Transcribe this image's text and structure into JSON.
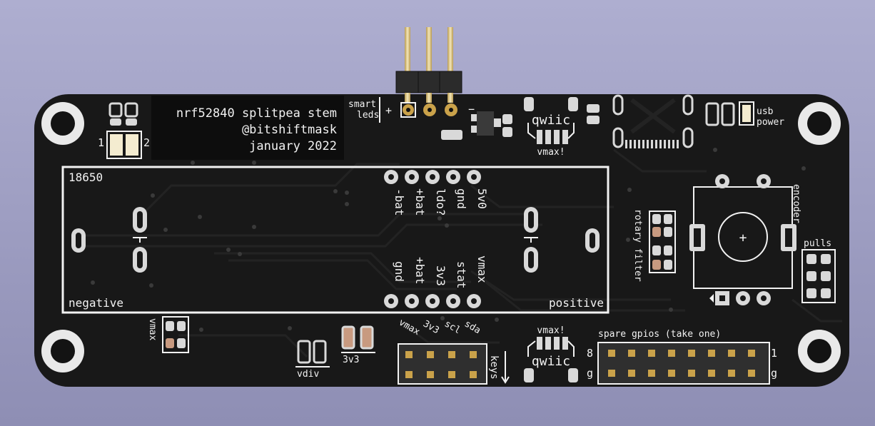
{
  "colors": {
    "background": "#9d9dc3",
    "board": "#181818",
    "silkscreen": "#f2f2f2",
    "pad": "#d9d9d9",
    "gold": "#caa24a",
    "copper_trace": "#232323"
  },
  "board": {
    "title_lines": [
      "nrf52840 splitpea stem",
      "@bitshiftmask",
      "january 2022"
    ]
  },
  "battery": {
    "label": "18650",
    "negative_label": "negative",
    "positive_label": "positive",
    "top_pins": [
      "-bat",
      "+bat",
      "ldo?",
      "gnd",
      "5v0"
    ],
    "bottom_pins": [
      "gnd",
      "+bat",
      "3v3",
      "stat",
      "vmax"
    ]
  },
  "labels": {
    "smart_leds_1": "smart",
    "smart_leds_2": "leds",
    "plus": "+",
    "minus": "−",
    "jumper_1": "1",
    "jumper_2": "2",
    "qwiic_top": "qwiic",
    "vmax_top": "vmax!",
    "usb_power_1": "usb",
    "usb_power_2": "power",
    "encoder": "encoder",
    "rotary_filter": "rotary filter",
    "pulls": "pulls",
    "vmax_left": "vmax",
    "vdiv": "vdiv",
    "label_3v3": "3v3",
    "header_vmax": "vmax",
    "header_3v3": "3v3",
    "header_scl": "scl",
    "header_sda": "sda",
    "keys": "keys",
    "vmax_bottom": "vmax!",
    "qwiic_bottom": "qwiic",
    "pin_8_left": "8",
    "pin_g_left": "g",
    "spare_gpios": "spare gpios (take one)",
    "pin_1_right": "1",
    "pin_g_right": "g",
    "encoder_plus": "+"
  }
}
